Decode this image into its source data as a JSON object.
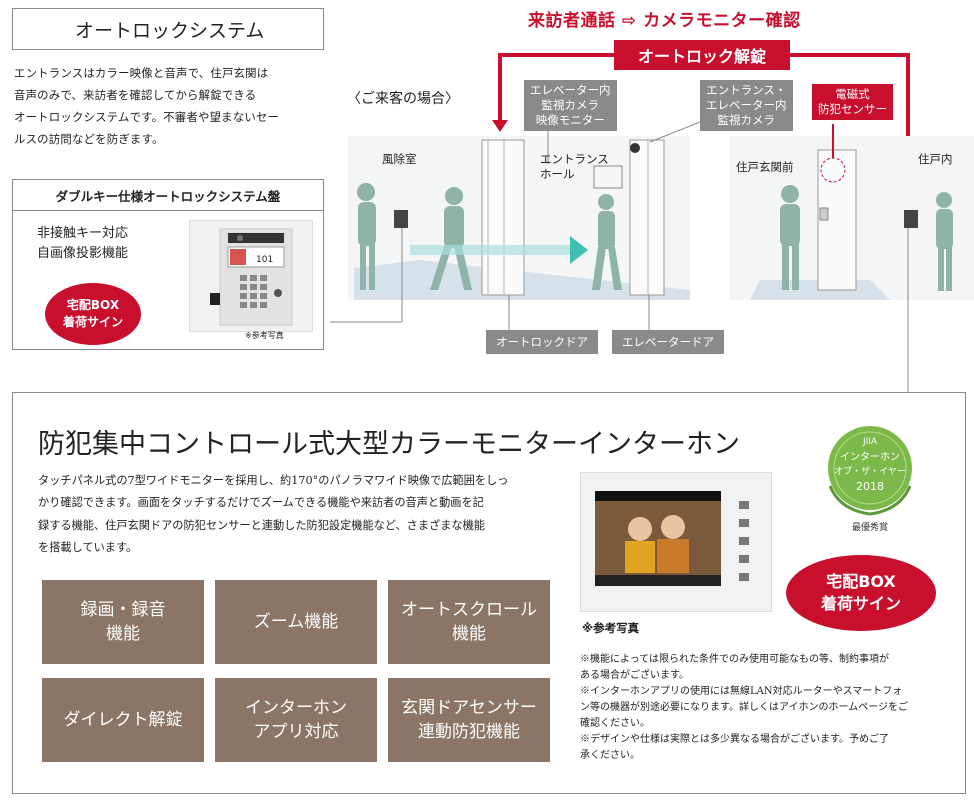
{
  "autolock": {
    "title": "オートロックシステム",
    "intro": [
      "エントランスはカラー映像と音声で、住戸玄関は",
      "音声のみで、来訪者を確認してから解錠できる",
      "オートロックシステムです。不審者や望まないセー",
      "ルスの訪問などを防ぎます。"
    ]
  },
  "panel": {
    "title": "ダブルキー仕様オートロックシステム盤",
    "features": [
      "非接触キー対応",
      "自画像投影機能"
    ],
    "badge": [
      "宅配BOX",
      "着荷サイン"
    ],
    "screen_number": "101",
    "caption": "※参考写真"
  },
  "diagram": {
    "flow_title": "来訪者通話 ⇨ カメラモニター確認",
    "unlock_label": "オートロック解錠",
    "visitor_case": "〈ご来客の場合〉",
    "labels": {
      "elevator_monitor": [
        "エレベーター内",
        "監視カメラ",
        "映像モニター"
      ],
      "entrance_camera": [
        "エントランス・",
        "エレベーター内",
        "監視カメラ"
      ],
      "sensor": [
        "電磁式",
        "防犯センサー"
      ]
    },
    "places": {
      "windbreak": "風除室",
      "hall": [
        "エントランス",
        "ホール"
      ],
      "entry_front": "住戸玄関前",
      "inside": "住戸内"
    },
    "doors": {
      "autolock_door": "オートロックドア",
      "elevator_door": "エレベータードア"
    },
    "colors": {
      "accent": "#c8102e",
      "label_gray": "#8a8a8a",
      "figure": "#8fb3a8"
    }
  },
  "intercom": {
    "title": "防犯集中コントロール式大型カラーモニターインターホン",
    "description": [
      "タッチパネル式の7型ワイドモニターを採用し、約170°のパノラマワイド映像で広範囲をしっ",
      "かり確認できます。画面をタッチするだけでズームできる機能や来訪者の音声と動画を記",
      "録する機能、住戸玄関ドアの防犯センサーと連動した防犯設定機能など、さまざまな機能",
      "を搭載しています。"
    ],
    "features": [
      [
        "録画・録音",
        "機能"
      ],
      [
        "ズーム機能"
      ],
      [
        "オートスクロール",
        "機能"
      ],
      [
        "ダイレクト解錠"
      ],
      [
        "インターホン",
        "アプリ対応"
      ],
      [
        "玄関ドアセンサー",
        "連動防犯機能"
      ]
    ],
    "feature_color": "#8b7566",
    "award": {
      "org": "JIIA",
      "line1": "インターホン",
      "line2": "オブ・ザ・イヤー",
      "year": "2018",
      "prize": "最優秀賞"
    },
    "badge": [
      "宅配BOX",
      "着荷サイン"
    ],
    "monitor_caption": "※参考写真",
    "notes": [
      "※機能によっては限られた条件でのみ使用可能なもの等、制約事項が",
      "ある場合がございます。",
      "※インターホンアプリの使用には無線LAN対応ルーターやスマートフォ",
      "ン等の機器が別途必要になります。詳しくはアイホンのホームページをご",
      "確認ください。",
      "※デザインや仕様は実際とは多少異なる場合がございます。予めご了",
      "承ください。"
    ]
  }
}
